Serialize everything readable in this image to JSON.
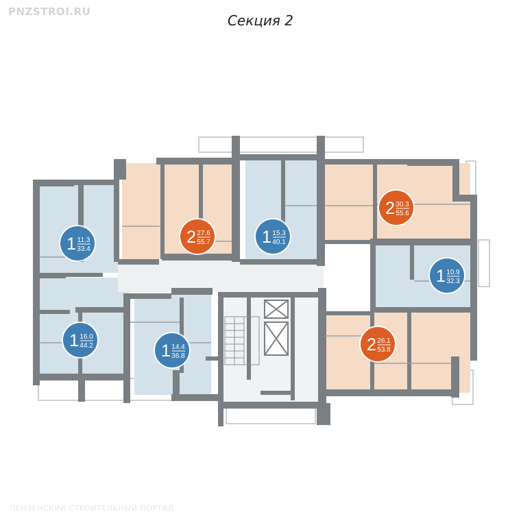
{
  "header": {
    "watermark": "PNZSTROI.RU",
    "title": "Секция 2",
    "footer": "ПЕНЗЕНСКИЙ СТРОИТЕЛЬНЫЙ ПОРТАЛ"
  },
  "colors": {
    "wall": "#7a7f83",
    "one_room_fill": "#d3e1ea",
    "two_room_fill": "#f6dcc6",
    "corridor": "#eef0f1",
    "one_room_badge": "#3f7fb4",
    "two_room_badge": "#dd5e22"
  },
  "apartments": [
    {
      "id": "a1",
      "rooms": "1",
      "living": "11.3",
      "total": "33.4",
      "kind": "one"
    },
    {
      "id": "a2",
      "rooms": "2",
      "living": "27.6",
      "total": "55.7",
      "kind": "two"
    },
    {
      "id": "a3",
      "rooms": "1",
      "living": "15.3",
      "total": "40.1",
      "kind": "one"
    },
    {
      "id": "a4",
      "rooms": "2",
      "living": "30.3",
      "total": "55.6",
      "kind": "two"
    },
    {
      "id": "a5",
      "rooms": "1",
      "living": "10.9",
      "total": "32.3",
      "kind": "one"
    },
    {
      "id": "a6",
      "rooms": "1",
      "living": "16.0",
      "total": "44.2",
      "kind": "one"
    },
    {
      "id": "a7",
      "rooms": "1",
      "living": "14.4",
      "total": "36.8",
      "kind": "one"
    },
    {
      "id": "a8",
      "rooms": "2",
      "living": "26.1",
      "total": "53.8",
      "kind": "two"
    }
  ]
}
